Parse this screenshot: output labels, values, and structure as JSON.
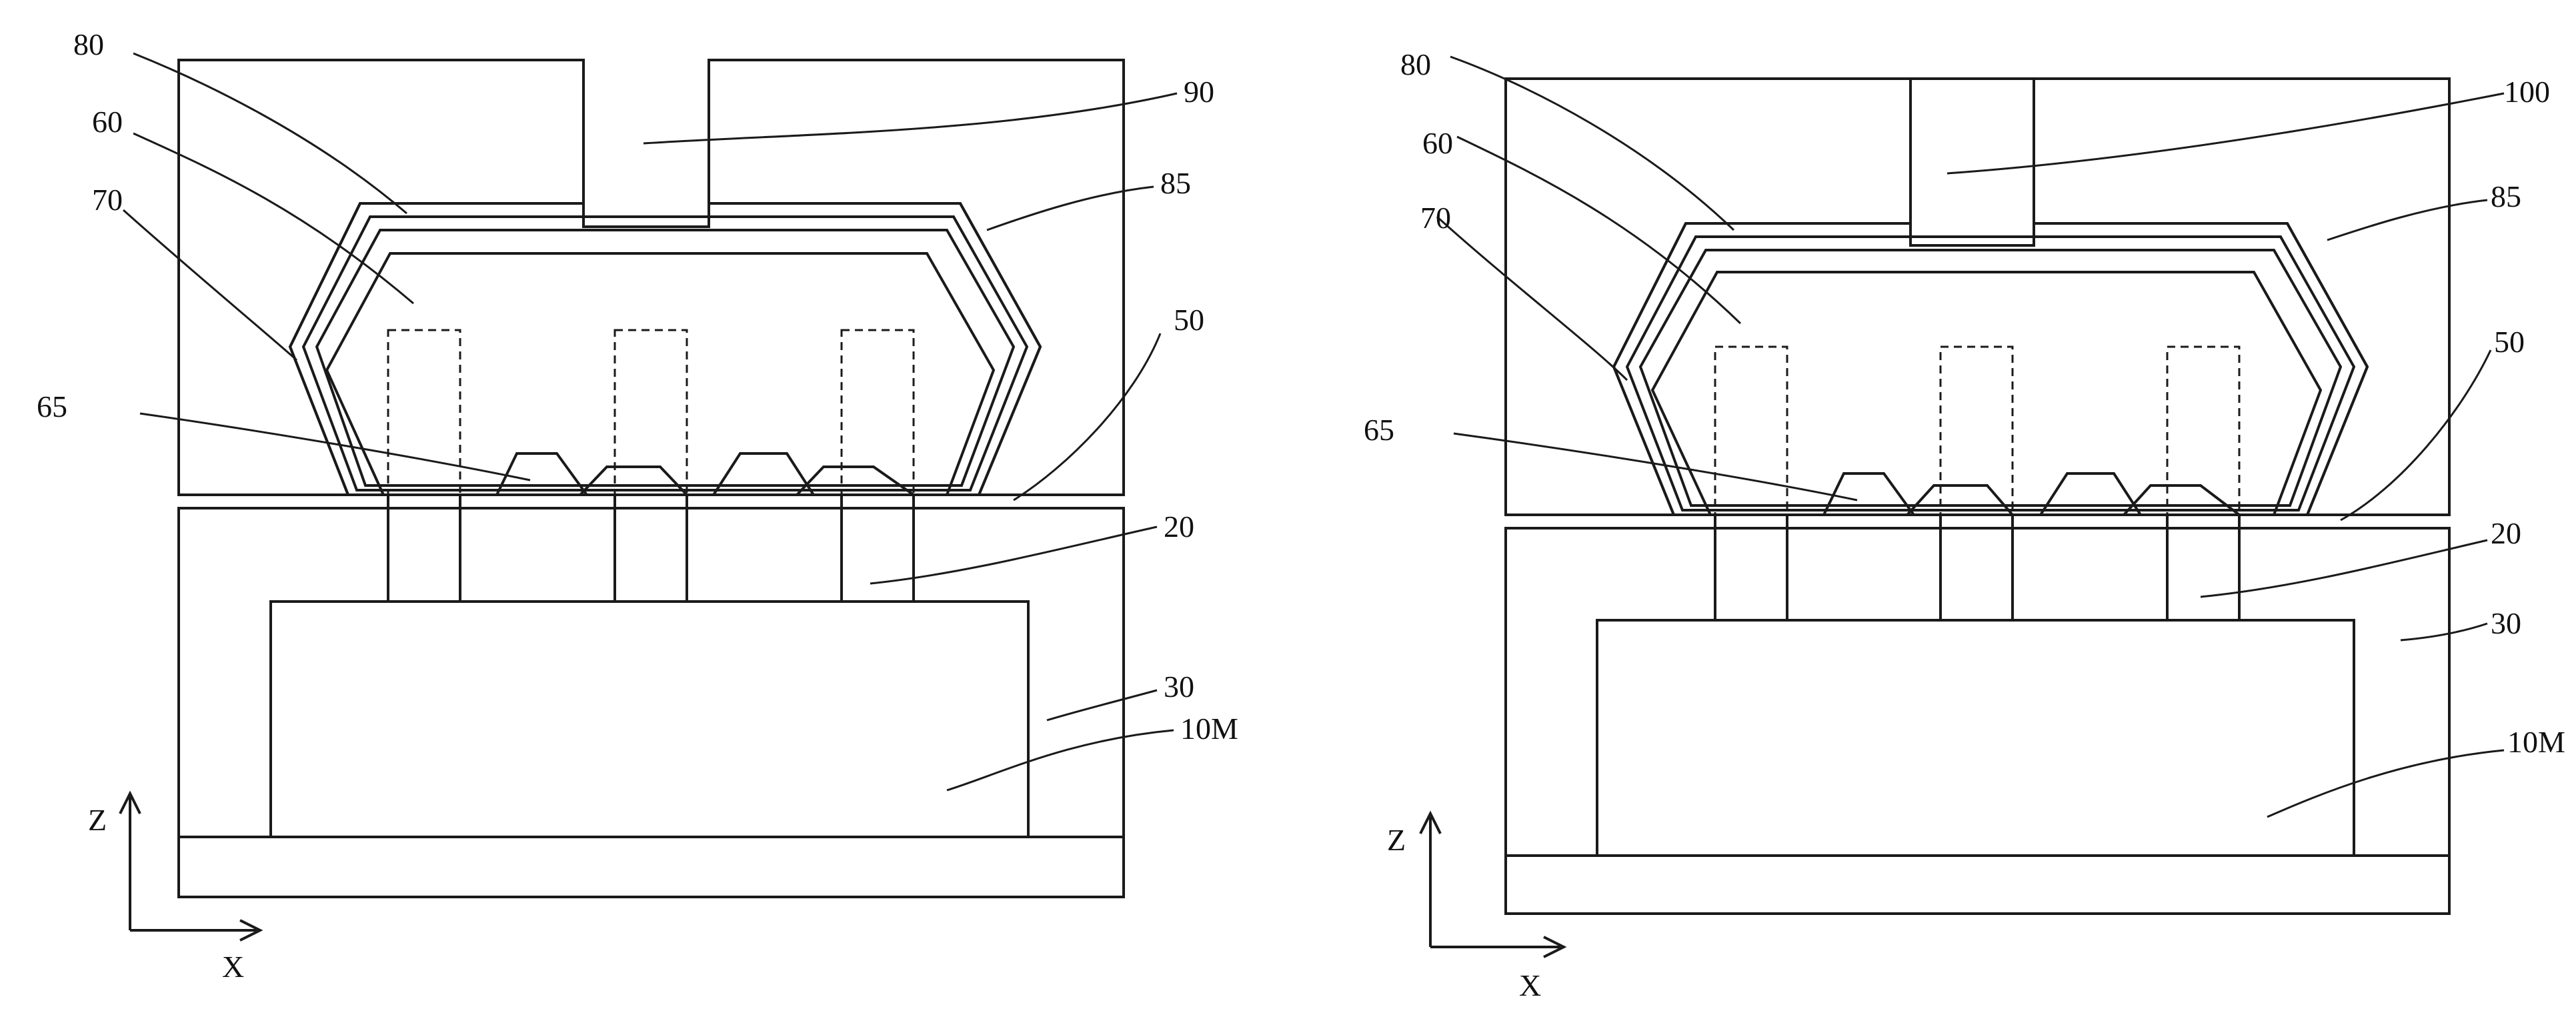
{
  "figures": [
    {
      "id": "left",
      "labels": {
        "l80": "80",
        "l60": "60",
        "l70": "70",
        "l65": "65",
        "l90": "90",
        "l85": "85",
        "l50": "50",
        "l20": "20",
        "l30": "30",
        "l10M": "10M"
      },
      "axes": {
        "z": "Z",
        "x": "X"
      }
    },
    {
      "id": "right",
      "labels": {
        "l80": "80",
        "l60": "60",
        "l70": "70",
        "l65": "65",
        "l100": "100",
        "l85": "85",
        "l50": "50",
        "l20": "20",
        "l30": "30",
        "l10M": "10M"
      },
      "axes": {
        "z": "Z",
        "x": "X"
      }
    }
  ]
}
